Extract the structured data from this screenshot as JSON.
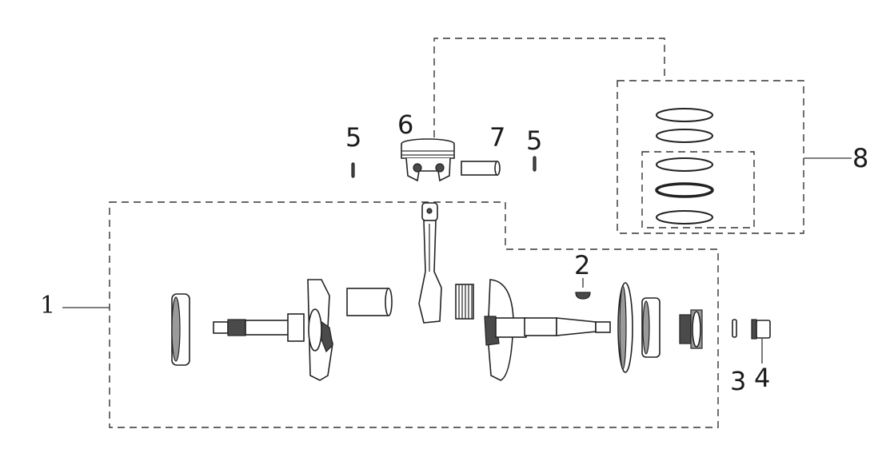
{
  "diagram": {
    "callouts": {
      "c1": "1",
      "c2": "2",
      "c3": "3",
      "c4": "4",
      "c5a": "5",
      "c5b": "5",
      "c6": "6",
      "c7": "7",
      "c8": "8"
    }
  }
}
